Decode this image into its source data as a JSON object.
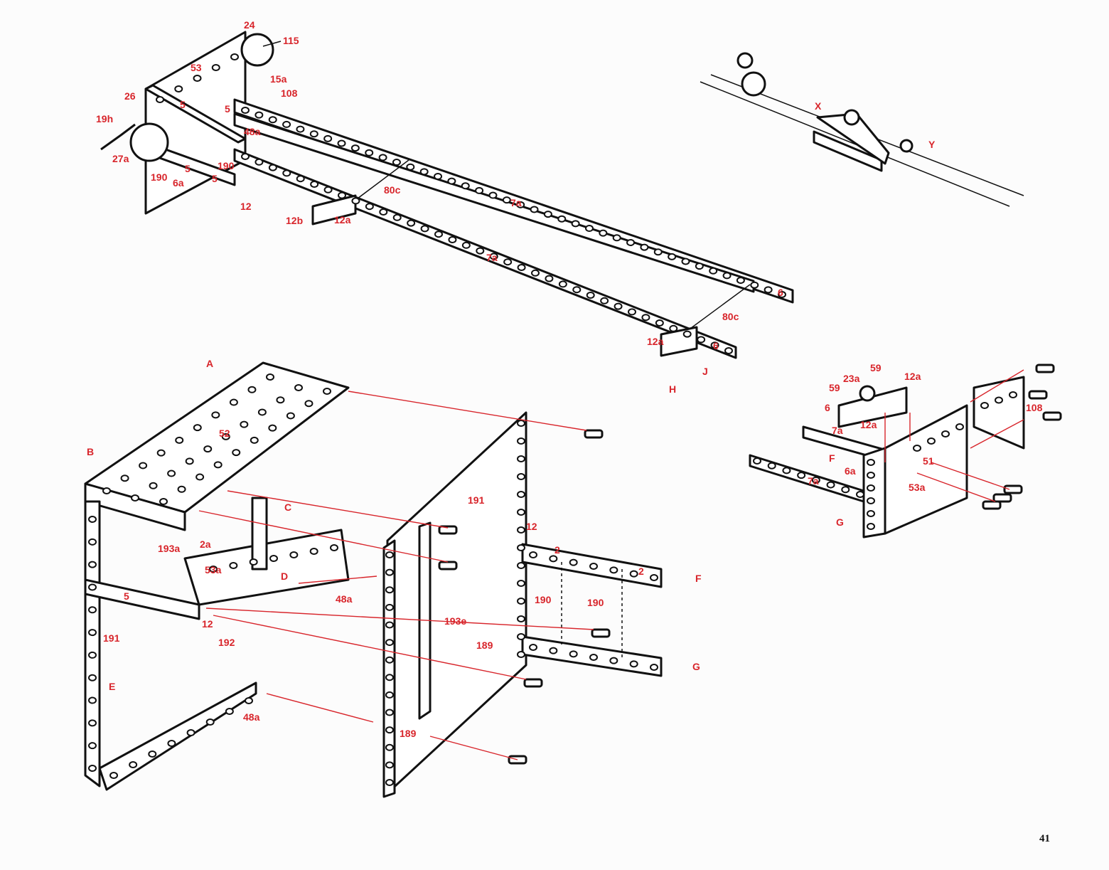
{
  "diagram": {
    "top_assembly_labels": [
      "24",
      "115",
      "53",
      "15a",
      "108",
      "26",
      "19h",
      "5",
      "5",
      "48a",
      "27a",
      "190",
      "6a",
      "5",
      "5",
      "190",
      "12",
      "12b",
      "12a",
      "80c",
      "7a",
      "7a",
      "6",
      "80c",
      "12a",
      "6",
      "J",
      "H"
    ],
    "shaft_detail_labels": [
      "X",
      "Y"
    ],
    "bottom_left_labels": [
      "A",
      "B",
      "52",
      "C",
      "193a",
      "2a",
      "53a",
      "D",
      "48a",
      "5",
      "12",
      "192",
      "191",
      "E",
      "48a"
    ],
    "middle_labels": [
      "191",
      "12",
      "2",
      "2",
      "F",
      "190",
      "190",
      "193e",
      "189",
      "G",
      "189"
    ],
    "right_assembly_labels": [
      "59",
      "23a",
      "12a",
      "59",
      "6",
      "12a",
      "7a",
      "108",
      "F",
      "6a",
      "51",
      "7a",
      "53a",
      "G"
    ],
    "page_number": "41",
    "colors": {
      "label": "#d8252b",
      "line": "#111111",
      "paper": "#fcfcfc"
    }
  }
}
